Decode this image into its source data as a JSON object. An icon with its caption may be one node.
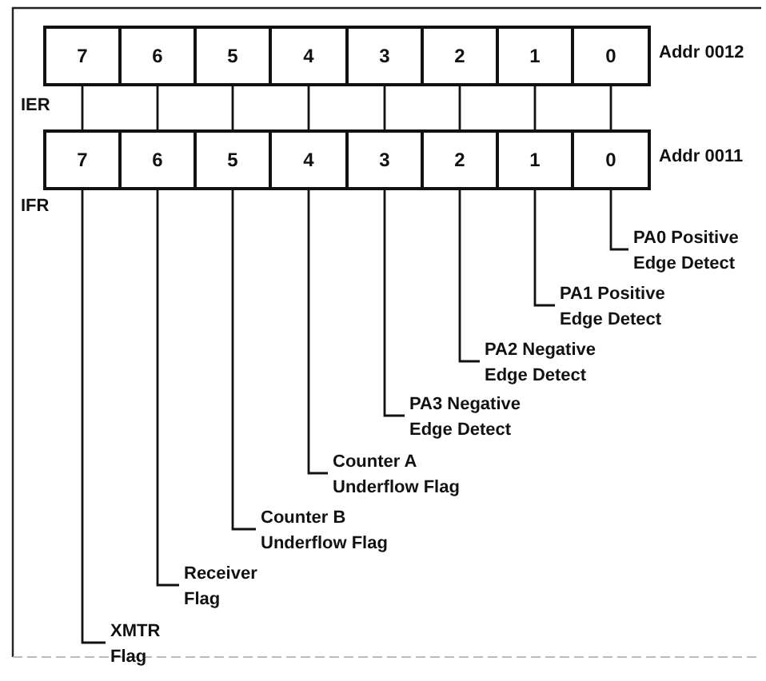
{
  "diagram": {
    "nodes": [
      {
        "text": [
          "7"
        ]
      },
      {
        "text": [
          "6"
        ]
      },
      {
        "text": [
          "5"
        ]
      },
      {
        "text": [
          "4"
        ]
      },
      {
        "text": [
          "3"
        ]
      },
      {
        "text": [
          "2"
        ]
      },
      {
        "text": [
          "1"
        ]
      },
      {
        "text": [
          "0"
        ]
      },
      {
        "text": [
          "7"
        ]
      },
      {
        "text": [
          "6"
        ]
      },
      {
        "text": [
          "5"
        ]
      },
      {
        "text": [
          "4"
        ]
      },
      {
        "text": [
          "3"
        ]
      },
      {
        "text": [
          "2"
        ]
      },
      {
        "text": [
          "1"
        ]
      },
      {
        "text": [
          "0"
        ]
      },
      {
        "text": [
          "PA0 Positive Edge Detect"
        ]
      },
      {
        "text": [
          "PA1 Positive Edge Detect"
        ]
      },
      {
        "text": [
          "PA2 Negative Edge Detect"
        ]
      },
      {
        "text": [
          "PA3 Negative Edge Detect"
        ]
      },
      {
        "text": [
          "Counter A Underflow Flag"
        ]
      },
      {
        "text": [
          "Counter B Underflow Flag"
        ]
      },
      {
        "text": [
          "Receiver Flag"
        ]
      },
      {
        "text": [
          "XMTR Flag"
        ]
      }
    ],
    "edges": [
      {
        "from": 0,
        "to": 8,
        "arrow": "none"
      },
      {
        "from": 1,
        "to": 9,
        "arrow": "none"
      },
      {
        "from": 2,
        "to": 10,
        "arrow": "none"
      },
      {
        "from": 3,
        "to": 11,
        "arrow": "none"
      },
      {
        "from": 4,
        "to": 12,
        "arrow": "none"
      },
      {
        "from": 5,
        "to": 13,
        "arrow": "none"
      },
      {
        "from": 6,
        "to": 14,
        "arrow": "none"
      },
      {
        "from": 7,
        "to": 15,
        "arrow": "none"
      },
      {
        "from": 15,
        "to": 16,
        "arrow": "none"
      },
      {
        "from": 14,
        "to": 17,
        "arrow": "none"
      },
      {
        "from": 13,
        "to": 18,
        "arrow": "none"
      },
      {
        "from": 12,
        "to": 19,
        "arrow": "none"
      },
      {
        "from": 11,
        "to": 20,
        "arrow": "none"
      },
      {
        "from": 10,
        "to": 21,
        "arrow": "none"
      },
      {
        "from": 9,
        "to": 22,
        "arrow": "none"
      },
      {
        "from": 8,
        "to": 23,
        "arrow": "none"
      }
    ],
    "labels": [
      "Addr 0012",
      "IER",
      "Addr 0011",
      "IFR"
    ]
  }
}
